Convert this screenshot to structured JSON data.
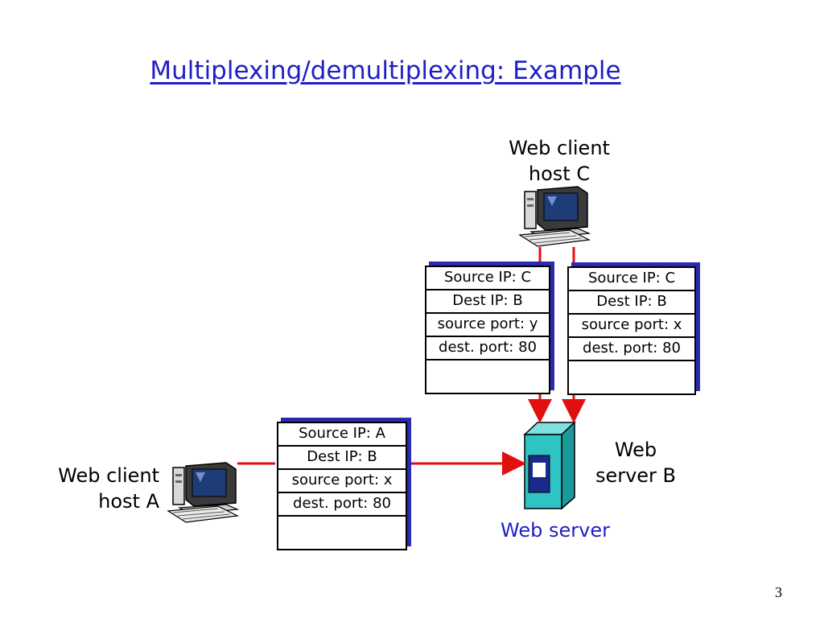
{
  "title": "Multiplexing/demultiplexing: Example",
  "host_c": {
    "line1": "Web client",
    "line2": "host C"
  },
  "host_a": {
    "line1": "Web client",
    "line2": "host A"
  },
  "server_b": {
    "line1": "Web",
    "line2": "server B"
  },
  "server_caption": "Web server",
  "packets": {
    "c_left": [
      "Source IP: C",
      "Dest IP: B",
      "source port: y",
      "dest. port: 80"
    ],
    "c_right": [
      "Source IP: C",
      "Dest IP: B",
      "source port: x",
      "dest. port: 80"
    ],
    "a": [
      "Source IP: A",
      "Dest IP: B",
      "source port: x",
      "dest. port: 80"
    ]
  },
  "page_number": "3",
  "colors": {
    "title": "#1f1fc6",
    "arrow": "#e01010",
    "shadow": "#2a2ab0",
    "server": "#2fc3c3"
  },
  "icons": [
    "computer-icon",
    "server-icon"
  ]
}
